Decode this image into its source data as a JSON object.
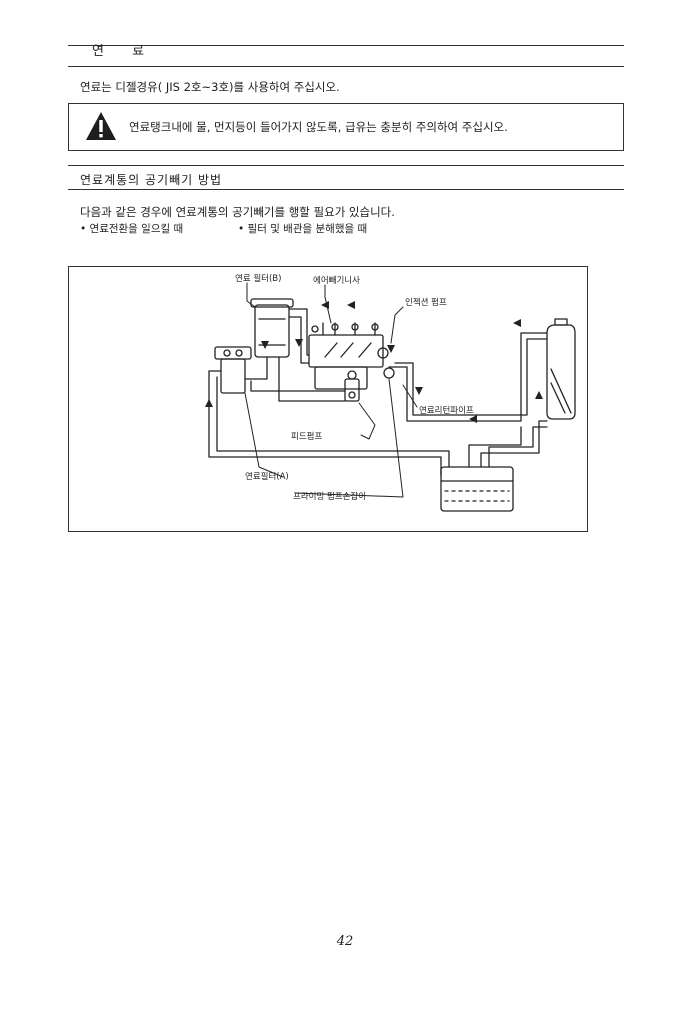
{
  "section1": {
    "title": "연 료",
    "text": "연료는 디젤경유( JIS  2호~3호)를 사용하여 주십시오."
  },
  "warning": {
    "icon": "warning-triangle-icon",
    "text": "연료탱크내에 물, 먼지등이 들어가지 않도록, 급유는 충분히 주의하여 주십시오."
  },
  "section2": {
    "title": "연료계통의 공기빼기 방법",
    "intro": "다음과 같은 경우에 연료계통의 공기빼기를 행할 필요가 있습니다.",
    "bullets": [
      "• 연료전환을 일으킬 때",
      "• 필터 및 배관을 분해했을 때"
    ]
  },
  "diagram": {
    "labels": {
      "fuel_filter_b": "연료 필터(B)",
      "air_vent_screw": "에어빼기니사",
      "injection_pump": "인젝션 펌프",
      "fuel_return_pipe": "연료리턴파이프",
      "feed_pump": "피드펌프",
      "fuel_filter_a": "연료필터(A)",
      "priming_pump_handle": "프라이밍 펌프손잡이"
    }
  },
  "footer": {
    "page_number": "42"
  }
}
